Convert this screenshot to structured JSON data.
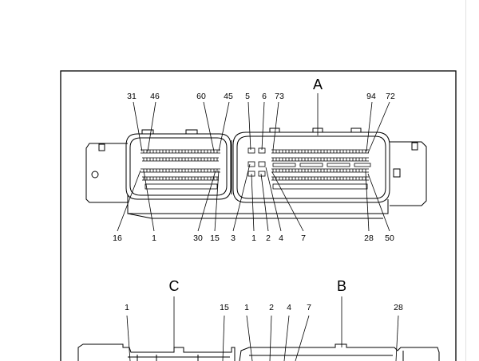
{
  "labels": {
    "connector_a": "A",
    "connector_b": "B",
    "connector_c": "C"
  },
  "pins": {
    "a_top_31": "31",
    "a_top_46": "46",
    "a_top_60": "60",
    "a_top_45": "45",
    "a_top_5": "5",
    "a_top_6": "6",
    "a_top_73": "73",
    "a_top_94": "94",
    "a_top_72": "72",
    "a_bot_16": "16",
    "a_bot_1": "1",
    "a_bot_30": "30",
    "a_bot_15": "15",
    "a_bot_3": "3",
    "a_bot_1b": "1",
    "a_bot_2": "2",
    "a_bot_4": "4",
    "a_bot_7": "7",
    "a_bot_28": "28",
    "a_bot_50": "50",
    "c_1": "1",
    "c_15": "15",
    "b_1": "1",
    "b_2": "2",
    "b_4": "4",
    "b_7": "7",
    "b_28": "28"
  },
  "colors": {
    "line": "#000000",
    "background": "#ffffff"
  }
}
